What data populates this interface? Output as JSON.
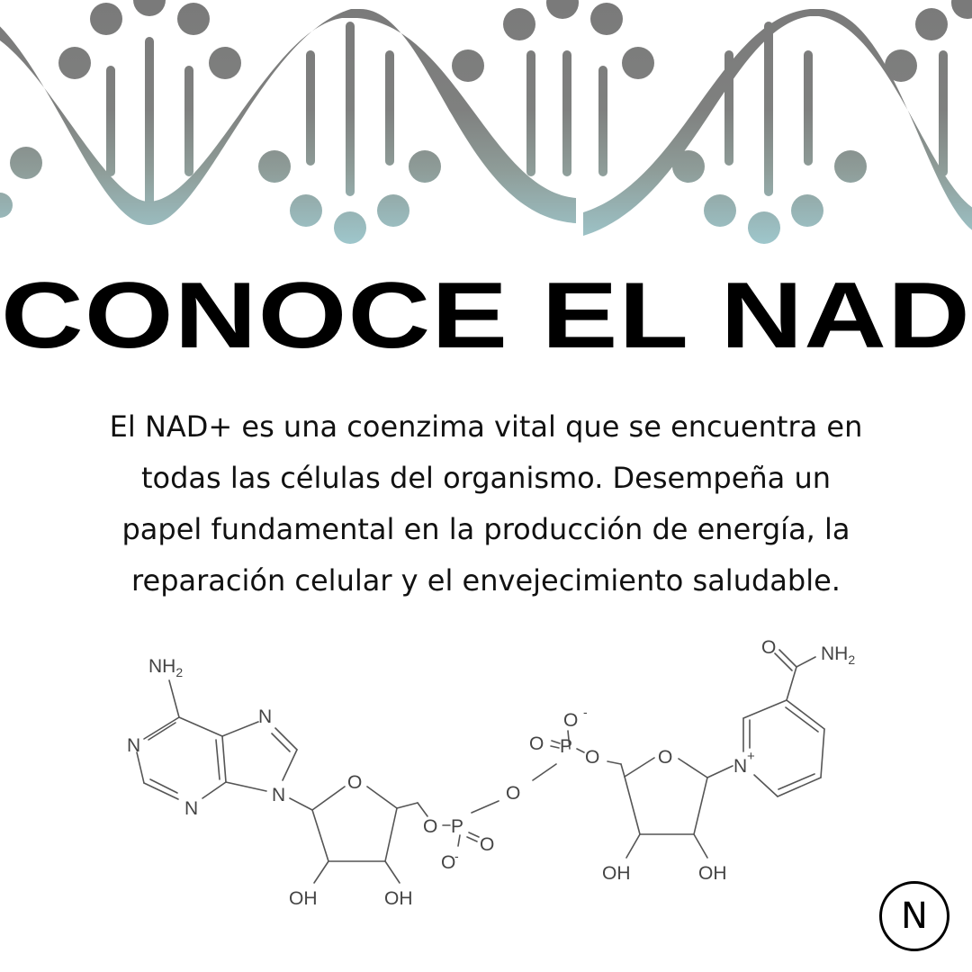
{
  "header_graphic": {
    "icon": "dna-helix-icon",
    "gradient_top": "#7a7a7a",
    "gradient_bottom": "#9cc4c9"
  },
  "title": "CONOCE EL NAD",
  "description": {
    "lines": [
      "El NAD+ es una coenzima vital que se encuentra en",
      "todas las células del organismo. Desempeña un",
      "papel fundamental en la producción de energía, la",
      "reparación celular y el envejecimiento saludable."
    ]
  },
  "molecule": {
    "name": "NAD+ structural formula",
    "labels": {
      "nh2_left": "NH",
      "nh2_left_sub": "2",
      "n1": "N",
      "n2": "N",
      "n3": "N",
      "n4": "N",
      "o_ring_left": "O",
      "oh1": "OH",
      "oh2": "OH",
      "o_link1": "O",
      "p1": "P",
      "o_p1_dbl": "O",
      "o_p1_neg": "O",
      "neg": "-",
      "o_bridge": "O",
      "p2": "P",
      "o_p2_dbl": "O",
      "o_p2_neg": "O",
      "o_link2": "O",
      "o_ring_right": "O",
      "oh3": "OH",
      "oh4": "OH",
      "n_plus": "N",
      "plus": "+",
      "o_amide": "O",
      "nh2_right": "NH",
      "nh2_right_sub": "2"
    }
  },
  "logo": {
    "letter": "N"
  }
}
